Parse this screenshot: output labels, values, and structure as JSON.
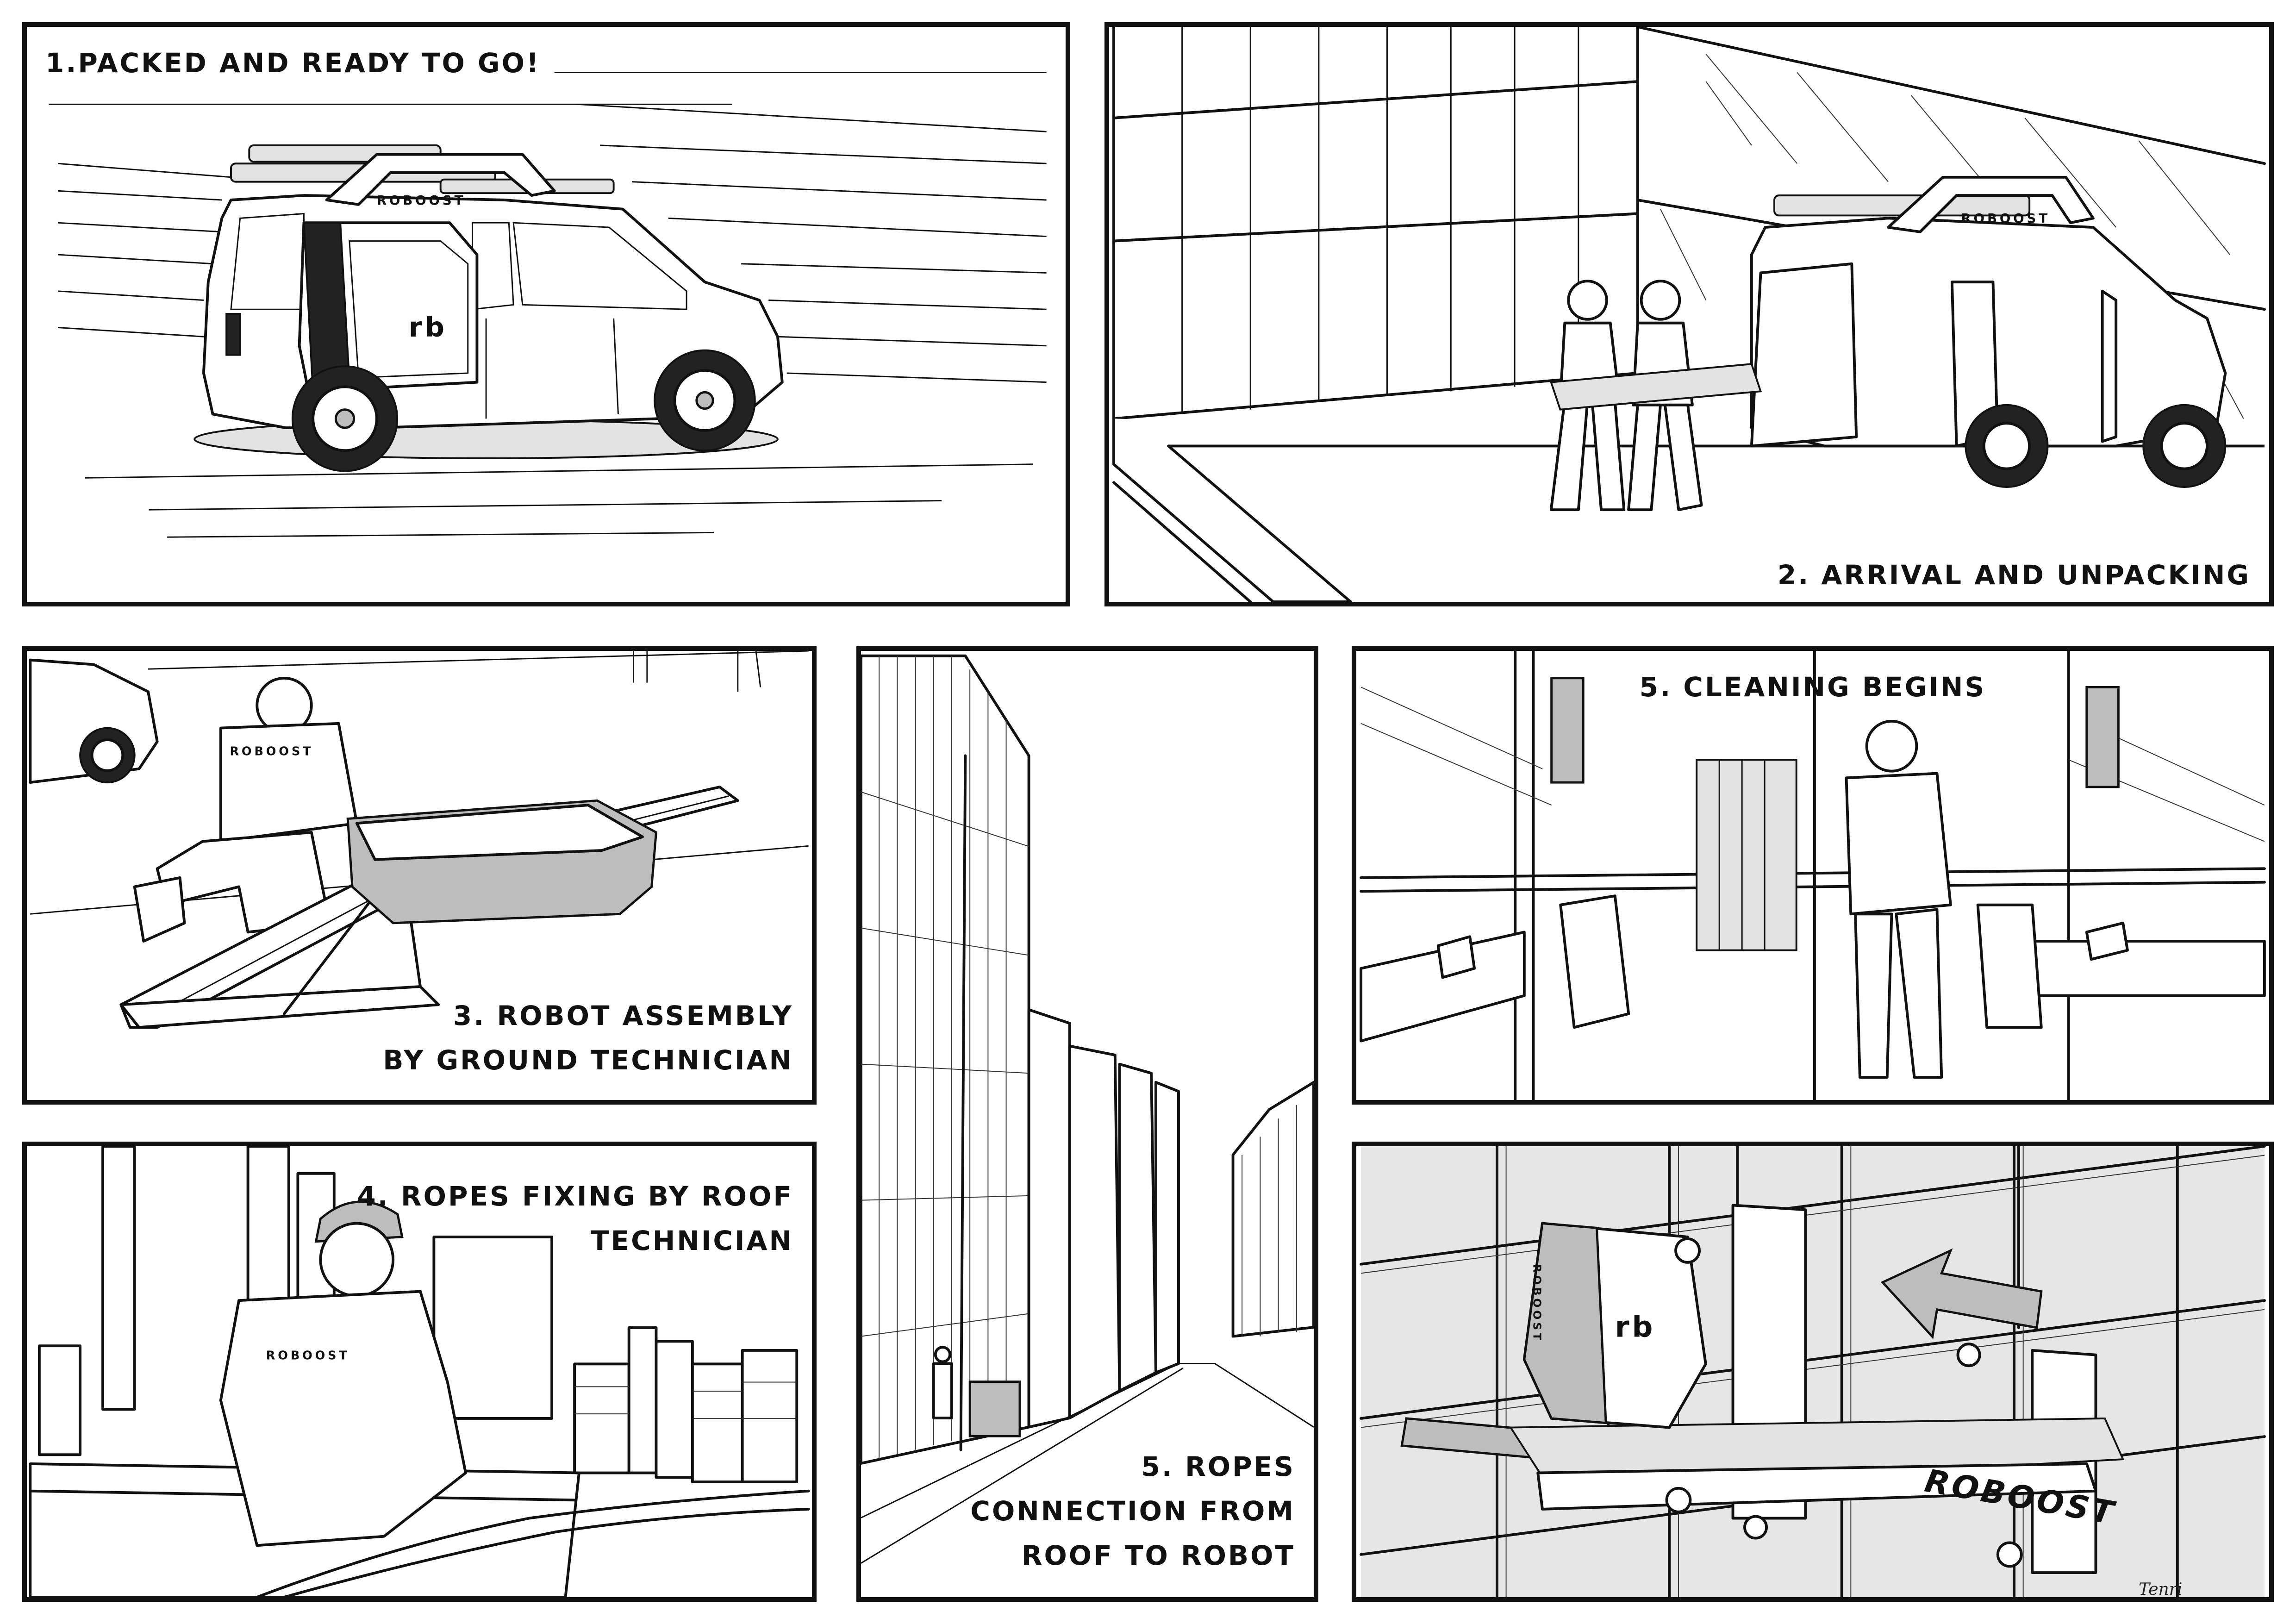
{
  "storyboard": {
    "panels": [
      {
        "id": 1,
        "caption": "1.PACKED AND READY TO GO!",
        "brand_on_vehicle": "ROBOOST",
        "logo": "rb"
      },
      {
        "id": 2,
        "caption": "2. ARRIVAL AND UNPACKING",
        "brand_on_vehicle": "ROBOOST"
      },
      {
        "id": 3,
        "caption_line1": "3. ROBOT ASSEMBLY",
        "caption_line2": "BY GROUND TECHNICIAN",
        "brand_on_jacket": "ROBOOST"
      },
      {
        "id": 4,
        "caption_line1": "4. ROPES FIXING BY ROOF",
        "caption_line2": "TECHNICIAN",
        "brand_on_jacket": "ROBOOST"
      },
      {
        "id": 5,
        "caption_line1": "5. ROPES",
        "caption_line2": "CONNECTION FROM",
        "caption_line3": "ROOF TO  ROBOT"
      },
      {
        "id": 6,
        "caption": "5. CLEANING BEGINS"
      },
      {
        "id": 7,
        "brand_on_robot": "ROBOOST",
        "brand_on_side": "ROBOOST",
        "logo": "rb"
      }
    ],
    "artist_signature": "Tenri"
  }
}
